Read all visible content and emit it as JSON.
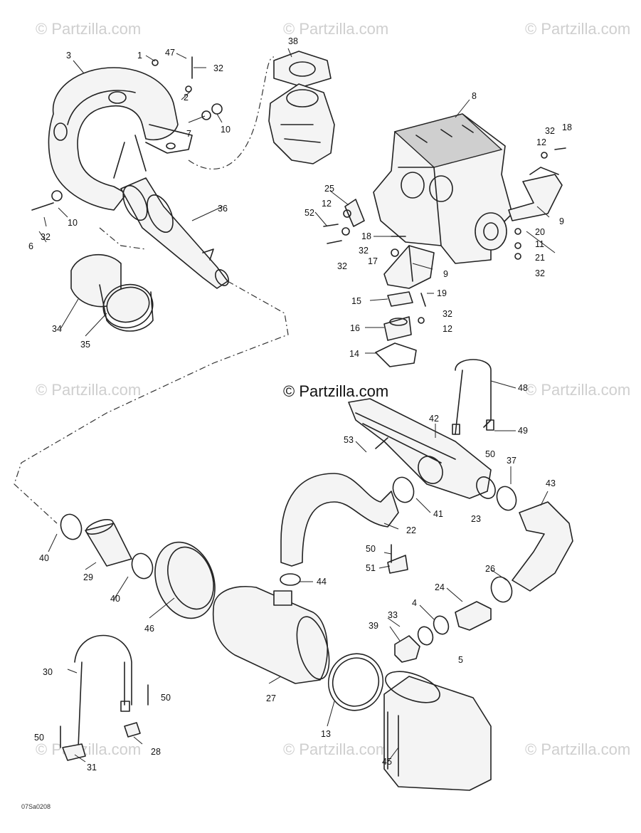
{
  "watermarks": {
    "text": "© Partzilla.com",
    "center_text": "© Partzilla.com"
  },
  "figure_code": "07Sa0208",
  "callouts": {
    "c1": "1",
    "c2": "2",
    "c3": "3",
    "c4": "4",
    "c5": "5",
    "c6": "6",
    "c7": "7",
    "c8": "8",
    "c9a": "9",
    "c9b": "9",
    "c10a": "10",
    "c10b": "10",
    "c11": "11",
    "c12a": "12",
    "c12b": "12",
    "c12c": "12",
    "c13": "13",
    "c14": "14",
    "c15": "15",
    "c16": "16",
    "c17": "17",
    "c18a": "18",
    "c18b": "18",
    "c19": "19",
    "c20": "20",
    "c21": "21",
    "c22": "22",
    "c23": "23",
    "c24": "24",
    "c25": "25",
    "c26": "26",
    "c27": "27",
    "c28": "28",
    "c29": "29",
    "c30": "30",
    "c31": "31",
    "c32a": "32",
    "c32b": "32",
    "c32c": "32",
    "c32d": "32",
    "c32e": "32",
    "c32f": "32",
    "c32g": "32",
    "c33": "33",
    "c34": "34",
    "c35": "35",
    "c36": "36",
    "c37": "37",
    "c38": "38",
    "c39": "39",
    "c40a": "40",
    "c40b": "40",
    "c41": "41",
    "c42": "42",
    "c43": "43",
    "c44": "44",
    "c45": "45",
    "c46": "46",
    "c47": "47",
    "c48": "48",
    "c49": "49",
    "c50a": "50",
    "c50b": "50",
    "c50c": "50",
    "c50d": "50",
    "c51": "51",
    "c52": "52",
    "c53": "53"
  }
}
